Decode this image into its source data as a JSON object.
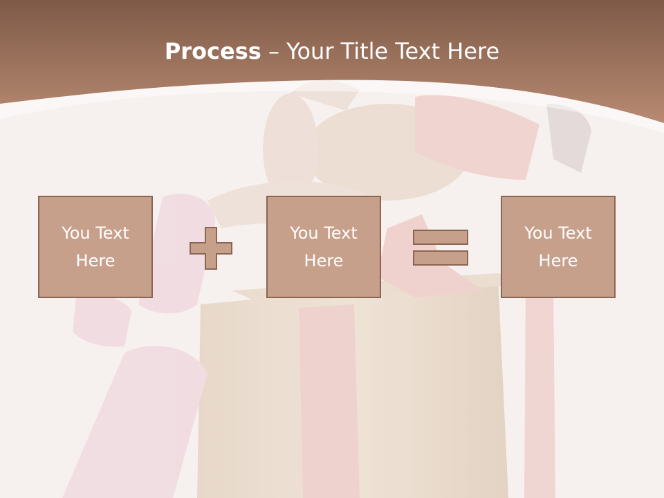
{
  "title": {
    "bold": "Process",
    "rest": " – Your Title Text Here"
  },
  "boxes": [
    {
      "text": "You Text Here"
    },
    {
      "text": "You Text Here"
    },
    {
      "text": "You Text Here"
    }
  ],
  "operators": {
    "first": "plus-icon",
    "second": "equals-icon"
  },
  "colors": {
    "header": "#a57862",
    "box_fill": "#c7a08c",
    "box_border": "#8a6552",
    "background": "#f6f1ee"
  }
}
